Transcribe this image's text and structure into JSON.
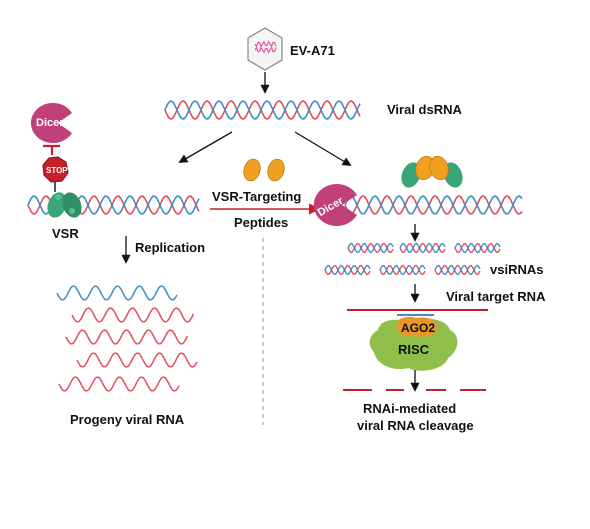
{
  "virus": {
    "label": "EV-A71"
  },
  "dsrna": {
    "label": "Viral dsRNA"
  },
  "left_branch": {
    "dicer_label": "Dicer",
    "stop_label": "STOP",
    "vsr_label": "VSR",
    "replication_label": "Replication",
    "progeny_label": "Progeny viral RNA"
  },
  "middle": {
    "peptide_line1": "VSR-Targeting",
    "peptide_line2": "Peptides"
  },
  "right_branch": {
    "dicer_label": "Dicer",
    "vsirna_label": "vsiRNAs",
    "target_label": "Viral target RNA",
    "ago2_label": "AGO2",
    "risc_label": "RISC",
    "cleavage_line1": "RNAi-mediated",
    "cleavage_line2": "viral RNA cleavage"
  },
  "colors": {
    "strand_red": "#e05060",
    "strand_blue": "#3f8fc8",
    "dicer": "#c0417a",
    "stop": "#c8202a",
    "vsr_protein": "#3aa47a",
    "peptide": "#f0a020",
    "risc": "#8fbf4a",
    "ago2": "#e8962a",
    "arrow_red": "#c8202a",
    "target_rna": "#c8202a",
    "virus_icon": "#e35a9a"
  }
}
